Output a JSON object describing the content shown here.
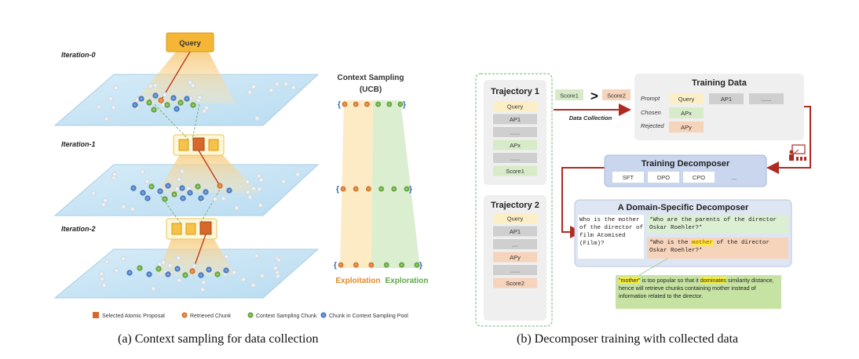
{
  "left": {
    "query_label": "Query",
    "iterations": [
      "Iteration-0",
      "Iteration-1",
      "Iteration-2"
    ],
    "context_sampling": {
      "title": "Context Sampling",
      "subtitle": "(UCB)",
      "exploitation": "Exploitation",
      "exploration": "Exploration"
    },
    "legend": [
      "Selected Atomic Proposal",
      "Retrieved Chunk",
      "Context Sampling Chunk",
      "Chunk in Context Sampling Pool"
    ],
    "caption": "(a) Context sampling for data collection"
  },
  "right": {
    "trajectory1": {
      "title": "Trajectory 1",
      "items": [
        "Query",
        "AP1",
        "......",
        "APx",
        "......",
        "Score1"
      ]
    },
    "trajectory2": {
      "title": "Trajectory 2",
      "items": [
        "Query",
        "AP1",
        "....",
        "APy",
        "......",
        "Score2"
      ]
    },
    "compare": {
      "score1": "Score1",
      "gt": ">",
      "score2": "Score2",
      "label": "Data Collection"
    },
    "training_data": {
      "title": "Training Data",
      "prompt_label": "Prompt",
      "chosen_label": "Chosen",
      "rejected_label": "Rejected",
      "prompt_items": [
        "Query",
        "AP1",
        "......"
      ],
      "chosen": "APx",
      "rejected": "APy"
    },
    "decomposer": {
      "title": "Training Decomposer",
      "methods": [
        "SFT",
        "DPO",
        "CPO",
        "..."
      ]
    },
    "domain": {
      "title": "A Domain-Specific Decomposer",
      "question": "Who is the mother of the director of film Atomised (Film)?",
      "out1": "*Who are the parents of the director Oskar Roehler?*",
      "out2_pre": "*Who is the ",
      "out2_hl": "mother",
      "out2_post": " of the director Oskar Roehler?*"
    },
    "note": {
      "hl1": "\"mother\"",
      "t1": " is too popular so that it ",
      "hl2": "dominates",
      "t2": " similarity distance, hence will retrieve chunks containing mother instead of information related to the director."
    },
    "caption": "(b) Decomposer training with collected data"
  },
  "colors": {
    "blue_dot": "#4a7fc8",
    "green_dot": "#6db33f",
    "orange_dot": "#e07b2a",
    "exploit_text": "#e2892a",
    "explore_text": "#5aa843",
    "arrow_red": "#b02a22"
  }
}
